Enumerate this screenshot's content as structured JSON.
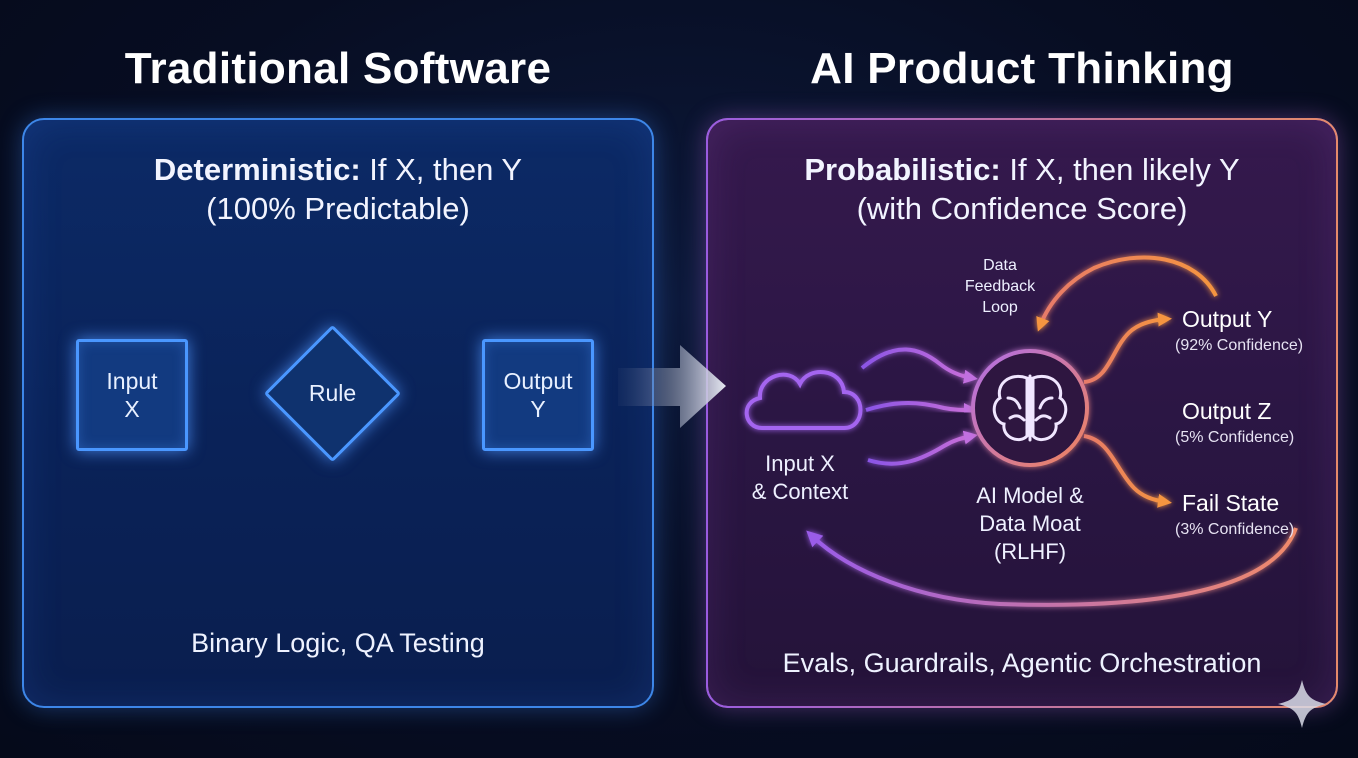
{
  "titles": {
    "left": "Traditional Software",
    "right": "AI Product Thinking"
  },
  "left_panel": {
    "headline_bold": "Deterministic:",
    "headline_rest": " If X, then Y",
    "headline_line2": "(100% Predictable)",
    "input_line1": "Input",
    "input_line2": "X",
    "rule_label": "Rule",
    "output_line1": "Output",
    "output_line2": "Y",
    "footer": "Binary Logic, QA Testing"
  },
  "right_panel": {
    "headline_bold": "Probabilistic:",
    "headline_rest": " If X, then likely Y",
    "headline_line2": "(with Confidence Score)",
    "feedback_line1": "Data",
    "feedback_line2": "Feedback",
    "feedback_line3": "Loop",
    "input_line1": "Input X",
    "input_line2": "& Context",
    "model_line1": "AI Model &",
    "model_line2": "Data Moat",
    "model_line3": "(RLHF)",
    "outputs": [
      {
        "name": "Output Y",
        "confidence": "(92% Confidence)"
      },
      {
        "name": "Output Z",
        "confidence": "(5% Confidence)"
      },
      {
        "name": "Fail State",
        "confidence": "(3% Confidence)"
      }
    ],
    "footer": "Evals, Guardrails, Agentic Orchestration"
  },
  "icons": {
    "cloud": "cloud-icon",
    "brain": "brain-icon",
    "transition_arrow": "arrow-right-icon",
    "sparkle": "sparkle-icon"
  },
  "colors": {
    "left_accent": "#4a97ff",
    "right_accent_purple": "#a35ee8",
    "right_accent_orange": "#f08a4e",
    "background": "#070d22"
  }
}
